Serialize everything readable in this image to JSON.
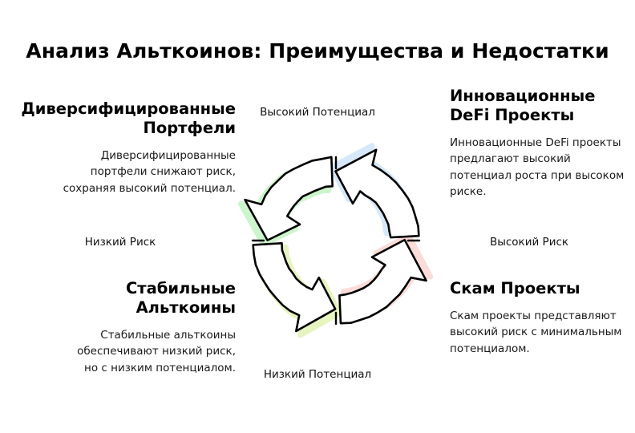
{
  "page": {
    "title": "Анализ Альткоинов: Преимущества и Недостатки",
    "background_color": "#ffffff",
    "text_color": "#000000"
  },
  "axes": {
    "top_label": "Высокий Потенциал",
    "bottom_label": "Низкий Потенциал",
    "left_label": "Низкий Риск",
    "right_label": "Высокий Риск"
  },
  "quadrants": [
    {
      "position": "top-left",
      "heading": "Диверсифицированные Портфели",
      "body": "Диверсифицированные портфели снижают риск, сохраняя высокий потенциал.",
      "color": "#ccf5cc",
      "color_name": "green"
    },
    {
      "position": "top-right",
      "heading": "Инновационные DeFi Проекты",
      "body": "Инновационные DeFi проекты предлагают высокий потенциал роста при высоком риске.",
      "color": "#d6e8fa",
      "color_name": "blue"
    },
    {
      "position": "bottom-right",
      "heading": "Скам Проекты",
      "body": "Скам проекты представляют высокий риск с минимальным потенциалом.",
      "color": "#fbdcd8",
      "color_name": "pink"
    },
    {
      "position": "bottom-left",
      "heading": "Стабильные Альткоины",
      "body": "Стабильные альткоины обеспечивают низкий риск, но с низким потенциалом.",
      "color": "#e6f5c0",
      "color_name": "yellow-green"
    }
  ],
  "chart_data": {
    "type": "diagram",
    "subtype": "cyclic-quadrant-arrows",
    "title": "Анализ Альткоинов: Преимущества и Недостатки",
    "xlabel": "Риск",
    "ylabel": "Потенциал",
    "x_axis_ticks": [
      "Низкий Риск",
      "Высокий Риск"
    ],
    "y_axis_ticks": [
      "Низкий Потенциал",
      "Высокий Потенциал"
    ],
    "grid": false,
    "legend": "none",
    "segments": [
      {
        "label": "Диверсифицированные Портфели",
        "quadrant": "top-left",
        "risk": "Низкий Риск",
        "potential": "Высокий Потенциал",
        "color": "#ccf5cc",
        "angle_start_deg": 90,
        "angle_end_deg": 180
      },
      {
        "label": "Инновационные DeFi Проекты",
        "quadrant": "top-right",
        "risk": "Высокий Риск",
        "potential": "Высокий Потенциал",
        "color": "#d6e8fa",
        "angle_start_deg": 0,
        "angle_end_deg": 90
      },
      {
        "label": "Скам Проекты",
        "quadrant": "bottom-right",
        "risk": "Высокий Риск",
        "potential": "Низкий Потенциал",
        "color": "#fbdcd8",
        "angle_start_deg": 270,
        "angle_end_deg": 360
      },
      {
        "label": "Стабильные Альткоины",
        "quadrant": "bottom-left",
        "risk": "Низкий Риск",
        "potential": "Низкий Потенциал",
        "color": "#e6f5c0",
        "angle_start_deg": 180,
        "angle_end_deg": 270
      }
    ]
  }
}
